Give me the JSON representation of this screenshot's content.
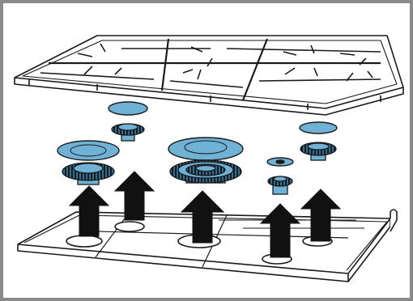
{
  "figure": {
    "frame_color": "#8a8a8a",
    "line_color": "#1a1a1a",
    "part_fill": "#6fb2d6",
    "part_dark": "#3b7fa6",
    "arrow_color": "#111111",
    "arrow_count": 6,
    "components": [
      "pan-support-grid",
      "burner-cap-small",
      "burner-cap-medium",
      "burner-cap-large",
      "burner-crown",
      "hob-plate",
      "assembly-arrow"
    ]
  }
}
